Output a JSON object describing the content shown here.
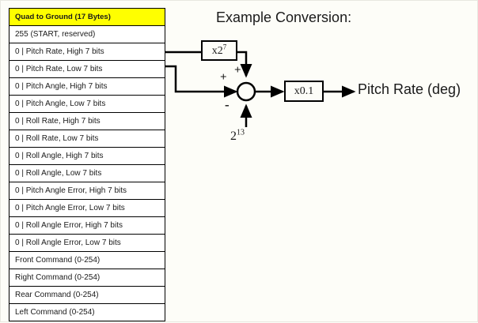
{
  "packet_table": {
    "header": "Quad to Ground (17 Bytes)",
    "rows": [
      "255 (START,  reserved)",
      "0 |  Pitch Rate, High 7 bits",
      "0 |  Pitch Rate, Low 7 bits",
      "0 |  Pitch Angle, High 7 bits",
      "0 |  Pitch Angle, Low 7 bits",
      "0 |  Roll Rate, High 7 bits",
      "0 |  Roll Rate, Low 7 bits",
      "0 |  Roll Angle, High 7 bits",
      "0 |  Roll Angle, Low 7 bits",
      "0 |  Pitch Angle Error, High 7 bits",
      "0 |  Pitch Angle Error, Low 7 bits",
      "0 |  Roll Angle Error, High 7 bits",
      "0 |  Roll Angle Error, Low 7 bits",
      "Front Command (0-254)",
      "Right Command (0-254)",
      "Rear Command (0-254)",
      "Left Command (0-254)"
    ],
    "header_color": "#ffff00"
  },
  "diagram": {
    "title": "Example Conversion:",
    "gain_high": {
      "label": "x2",
      "exponent": "7"
    },
    "gain_scale": {
      "label": "x0.1"
    },
    "sum_plus_top": "+",
    "sum_plus_left": "+",
    "sum_minus": "-",
    "constant": {
      "base": "2",
      "exponent": "13"
    },
    "output": "Pitch Rate (deg)"
  }
}
